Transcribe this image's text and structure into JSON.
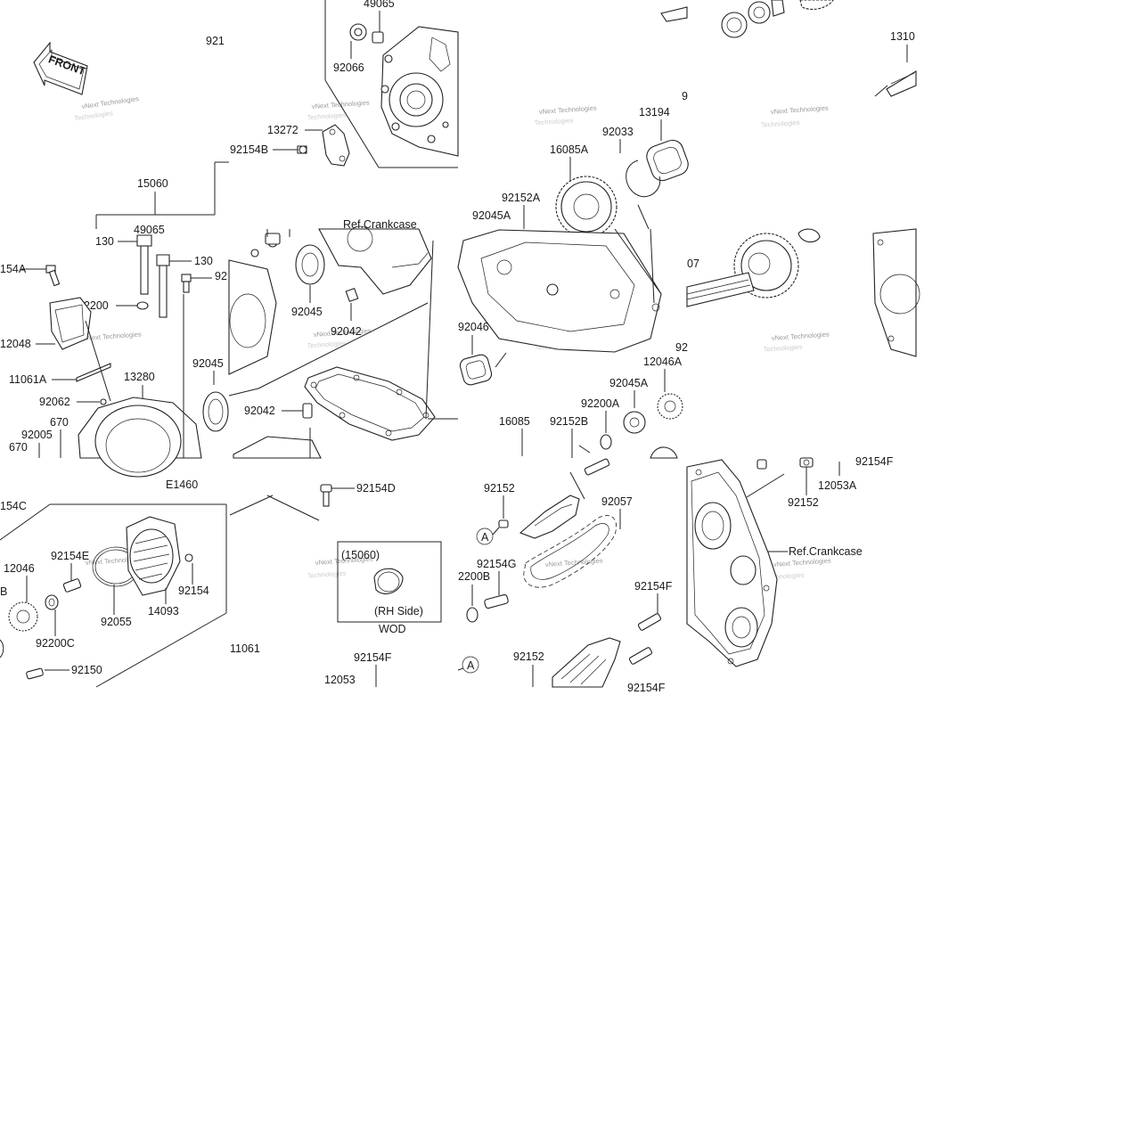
{
  "front_label": "FRONT",
  "callouts": {
    "p49065_top": "49065",
    "p921_top": "921",
    "p92066": "92066",
    "p13272": "13272",
    "p92154B": "92154B",
    "p15060": "15060",
    "p49065_mid": "49065",
    "p130_a": "130",
    "p130_b": "130",
    "p154A": "154A",
    "p92200": "92200",
    "p12048": "12048",
    "p11061A": "11061A",
    "p13280": "13280",
    "p92062": "92062",
    "p670_a": "670",
    "p670_b": "670",
    "p92005": "92005",
    "p92045_left": "92045",
    "p92_left": "92",
    "p92045_mid": "92045",
    "p92042_a": "92042",
    "p92042_b": "92042",
    "ref_crankcase_a": "Ref.Crankcase",
    "p92045A_a": "92045A",
    "p92152A": "92152A",
    "p16085A": "16085A",
    "p92033": "92033",
    "p13194": "13194",
    "p9_top": "9",
    "p1310": "1310",
    "p07": "07",
    "p92046": "92046",
    "p92_right": "92",
    "p12046A": "12046A",
    "p92045A_b": "92045A",
    "p92200A": "92200A",
    "p16085": "16085",
    "p92152B": "92152B",
    "pE1460": "E1460",
    "p154C": "154C",
    "p92154D": "92154D",
    "p92154E": "92154E",
    "p12046": "12046",
    "p14093": "14093",
    "p92154": "92154",
    "p92055": "92055",
    "p92200C": "92200C",
    "pB": "B",
    "p92150": "92150",
    "p11061": "11061",
    "inset_15060": "(15060)",
    "inset_rh": "(RH Side)",
    "inset_wod": "WOD",
    "p92154F_a": "92154F",
    "p12053": "12053",
    "p92152_a": "92152",
    "p92057": "92057",
    "p92154G": "92154G",
    "p2200B": "2200B",
    "p92154F_b": "92154F",
    "p92152_b": "92152",
    "p92154F_c": "92154F",
    "marker_A1": "A",
    "marker_A2": "A",
    "p92154F_d": "92154F",
    "p12053A": "12053A",
    "p92152_c": "92152",
    "ref_crankcase_b": "Ref.Crankcase"
  },
  "watermark": {
    "line1": "vNext Technologies",
    "line2": "Technologies"
  }
}
